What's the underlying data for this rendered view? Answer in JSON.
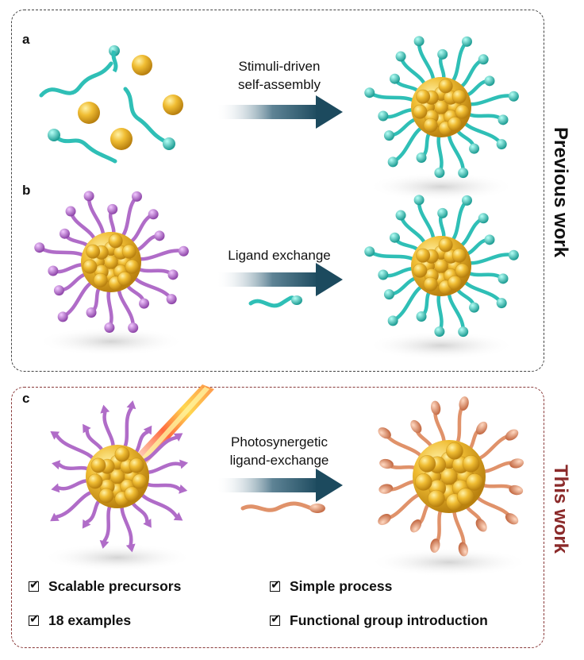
{
  "panels": {
    "a": {
      "letter": "a",
      "process": "Stimuli-driven\nself-assembly"
    },
    "b": {
      "letter": "b",
      "process": "Ligand exchange"
    },
    "c": {
      "letter": "c",
      "process": "Photosynergetic\nligand-exchange"
    }
  },
  "groups": {
    "previous": "Previous work",
    "this": "This work"
  },
  "features": [
    "Scalable precursors",
    "Simple process",
    "18 examples",
    "Functional group introduction"
  ],
  "colors": {
    "gold": "#e9b22a",
    "teal_ligand": "#2fbfb6",
    "purple_ligand": "#b06cc8",
    "orange_ligand": "#e0926a",
    "arrow": "#1c4a5e",
    "this_work": "#8b2a2a"
  },
  "icons": [
    "checkbox-icon",
    "arrow-right-icon",
    "light-beam-icon"
  ]
}
